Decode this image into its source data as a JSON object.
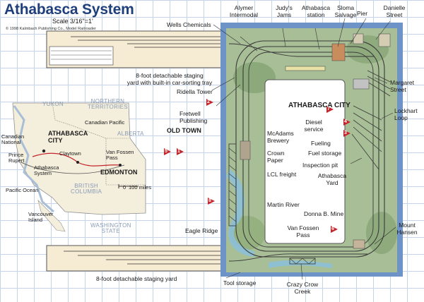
{
  "title": "Athabasca System",
  "scale": "Scale 3/16\"=1'",
  "copyright": "© 1998 Kalmbach Publishing Co., Model Railroader",
  "colors": {
    "title": "#1e3f7c",
    "table_frame": "#6d93c7",
    "ground": "#9bb58a",
    "water": "#8cc0d8",
    "pit": "#ffffff",
    "grid": "#c9d3e8",
    "marker": "#c4252a"
  },
  "labels": {
    "wells_chemicals": "Wells Chemicals",
    "alymer_1": "Alymer",
    "alymer_2": "Intermodal",
    "judys_1": "Judy's",
    "judys_2": "Jams",
    "athabasca_station_1": "Athabasca",
    "athabasca_station_2": "station",
    "sloma_1": "Sloma",
    "sloma_2": "Salvage",
    "pier": "Pier",
    "danielle_1": "Danielle",
    "danielle_2": "Street",
    "margaret_1": "Margaret",
    "margaret_2": "Street",
    "lockhart_1": "Lockhart",
    "lockhart_2": "Loop",
    "staging_tray_1": "8-foot detachable staging",
    "staging_tray_2": "yard with built-in car-sorting tray",
    "ridella": "Ridella Tower",
    "fretwell_1": "Fretwell",
    "fretwell_2": "Publishing",
    "old_town": "OLD TOWN",
    "athabasca_city": "ATHABASCA CITY",
    "diesel_1": "Diesel",
    "diesel_2": "service",
    "fueling": "Fueling",
    "fuel_storage": "Fuel storage",
    "inspection_pit": "Inspection pit",
    "athabasca_yard_1": "Athabasca",
    "athabasca_yard_2": "Yard",
    "mcadams_1": "McAdams",
    "mcadams_2": "Brewery",
    "crown_1": "Crown",
    "crown_2": "Paper",
    "lcl_freight": "LCL freight",
    "martin_river": "Martin River",
    "donna_b_mine": "Donna B. Mine",
    "van_fossen_pass_1": "Van Fossen",
    "van_fossen_pass_2": "Pass",
    "eagle_ridge": "Eagle Ridge",
    "mount_hansen_1": "Mount",
    "mount_hansen_2": "Hansen",
    "staging_yard_bottom": "8-foot detachable staging yard",
    "tool_storage": "Tool storage",
    "crazy_crow_1": "Crazy Crow",
    "crazy_crow_2": "Creek"
  },
  "markers": [
    "1",
    "2",
    "3",
    "4",
    "5",
    "6",
    "7",
    "8"
  ],
  "map": {
    "yukon": "YUKON",
    "nwt_1": "NORTHERN",
    "nwt_2": "TERRITORIES",
    "alberta": "ALBERTA",
    "bc_1": "BRITISH",
    "bc_2": "COLUMBIA",
    "washington": "WASHINGTON",
    "state": "STATE",
    "athabasca_city_1": "ATHABASCA",
    "athabasca_city_2": "CITY",
    "canadian_pacific": "Canadian Pacific",
    "canadian_national_1": "Canadian",
    "canadian_national_2": "National",
    "claytown": "Claytown",
    "van_fossen_1": "Van Fossen",
    "van_fossen_2": "Pass",
    "prince_rupert_1": "Prince",
    "prince_rupert_2": "Rupert",
    "athabasca_system_1": "Athabasca",
    "athabasca_system_2": "System",
    "edmonton": "EDMONTON",
    "scale_zero": "0",
    "scale_miles": "100 miles",
    "pacific_ocean": "Pacific Ocean",
    "vancouver_1": "Vancouver",
    "vancouver_2": "Island"
  }
}
